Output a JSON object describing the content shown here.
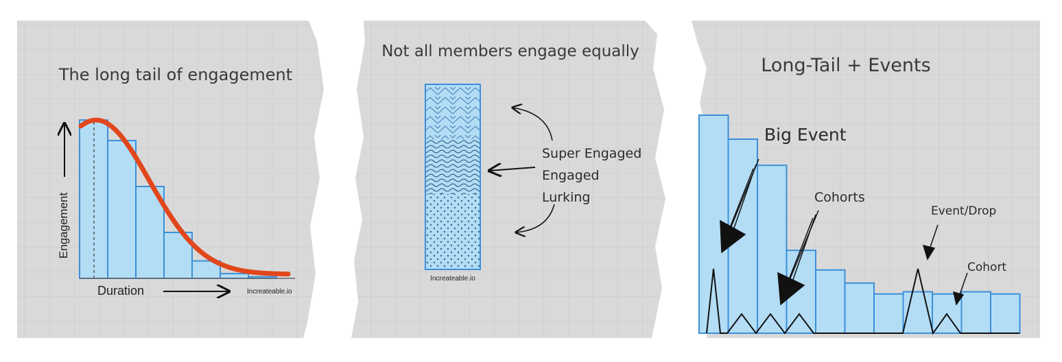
{
  "colors": {
    "paper": "#d9d9d9",
    "grid": "#c4c4c4",
    "bar_fill": "#b3ddf5",
    "bar_stroke": "#3b8fd9",
    "curve": "#e2471c",
    "ink": "#222222"
  },
  "panel1": {
    "title": "The long tail of engagement",
    "ylabel": "Engagement",
    "xlabel": "Duration",
    "credit": "Increateable.io"
  },
  "panel2": {
    "title": "Not all members engage equally",
    "labels": [
      "Super Engaged",
      "Engaged",
      "Lurking"
    ],
    "credit": "Increateable.io"
  },
  "panel3": {
    "title": "Long-Tail + Events",
    "annotations": {
      "big_event": "Big Event",
      "cohorts": "Cohorts",
      "event_drop": "Event/Drop",
      "cohort": "Cohort"
    }
  },
  "chart_data": [
    {
      "type": "bar",
      "title": "The long tail of engagement",
      "xlabel": "Duration",
      "ylabel": "Engagement",
      "values": [
        100,
        87,
        58,
        29,
        11,
        3,
        1,
        0
      ],
      "overlay_curve": "decay"
    },
    {
      "type": "bar",
      "title": "Not all members engage equally",
      "stacked_segments": [
        "Super Engaged",
        "Engaged",
        "Lurking"
      ],
      "values": [
        29,
        30,
        41
      ]
    },
    {
      "type": "bar",
      "title": "Long-Tail + Events",
      "values": [
        100,
        89,
        77,
        38,
        29,
        23,
        18,
        19,
        18,
        19,
        18
      ],
      "event_spikes": [
        "Big Event",
        "Cohorts",
        "Event/Drop",
        "Cohort"
      ]
    }
  ]
}
